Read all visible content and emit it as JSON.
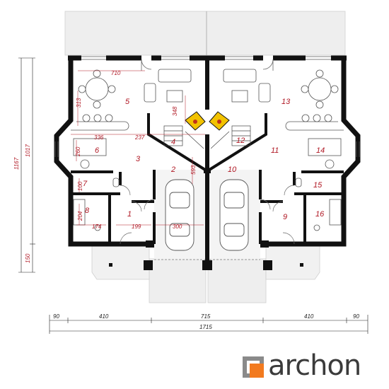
{
  "rooms": [
    "1",
    "2",
    "3",
    "4",
    "5",
    "6",
    "7",
    "8",
    "9",
    "10",
    "11",
    "12",
    "13",
    "14",
    "15",
    "16"
  ],
  "interior_dims": {
    "d710": "710",
    "d313": "313",
    "d348": "348",
    "d336": "336",
    "d237": "237",
    "d260": "260",
    "d593": "593",
    "d100": "100",
    "d204": "204",
    "d174": "174",
    "d199": "199",
    "d300": "300"
  },
  "exterior_dims": {
    "left_total": "1167",
    "left_body": "1017",
    "left_front": "150",
    "bottom_a": "90",
    "bottom_b": "410",
    "bottom_c": "715",
    "bottom_d": "410",
    "bottom_e": "90",
    "bottom_total": "1715"
  },
  "logo": {
    "text": "archon",
    "colors": {
      "primary": "#f27a1f",
      "secondary": "#8a8a8a",
      "text": "#3b3b3b"
    }
  },
  "colors": {
    "wall": "#111111",
    "dim_text": "#b01824",
    "terrace": "#ededed",
    "fireplace": "#f2c200"
  }
}
